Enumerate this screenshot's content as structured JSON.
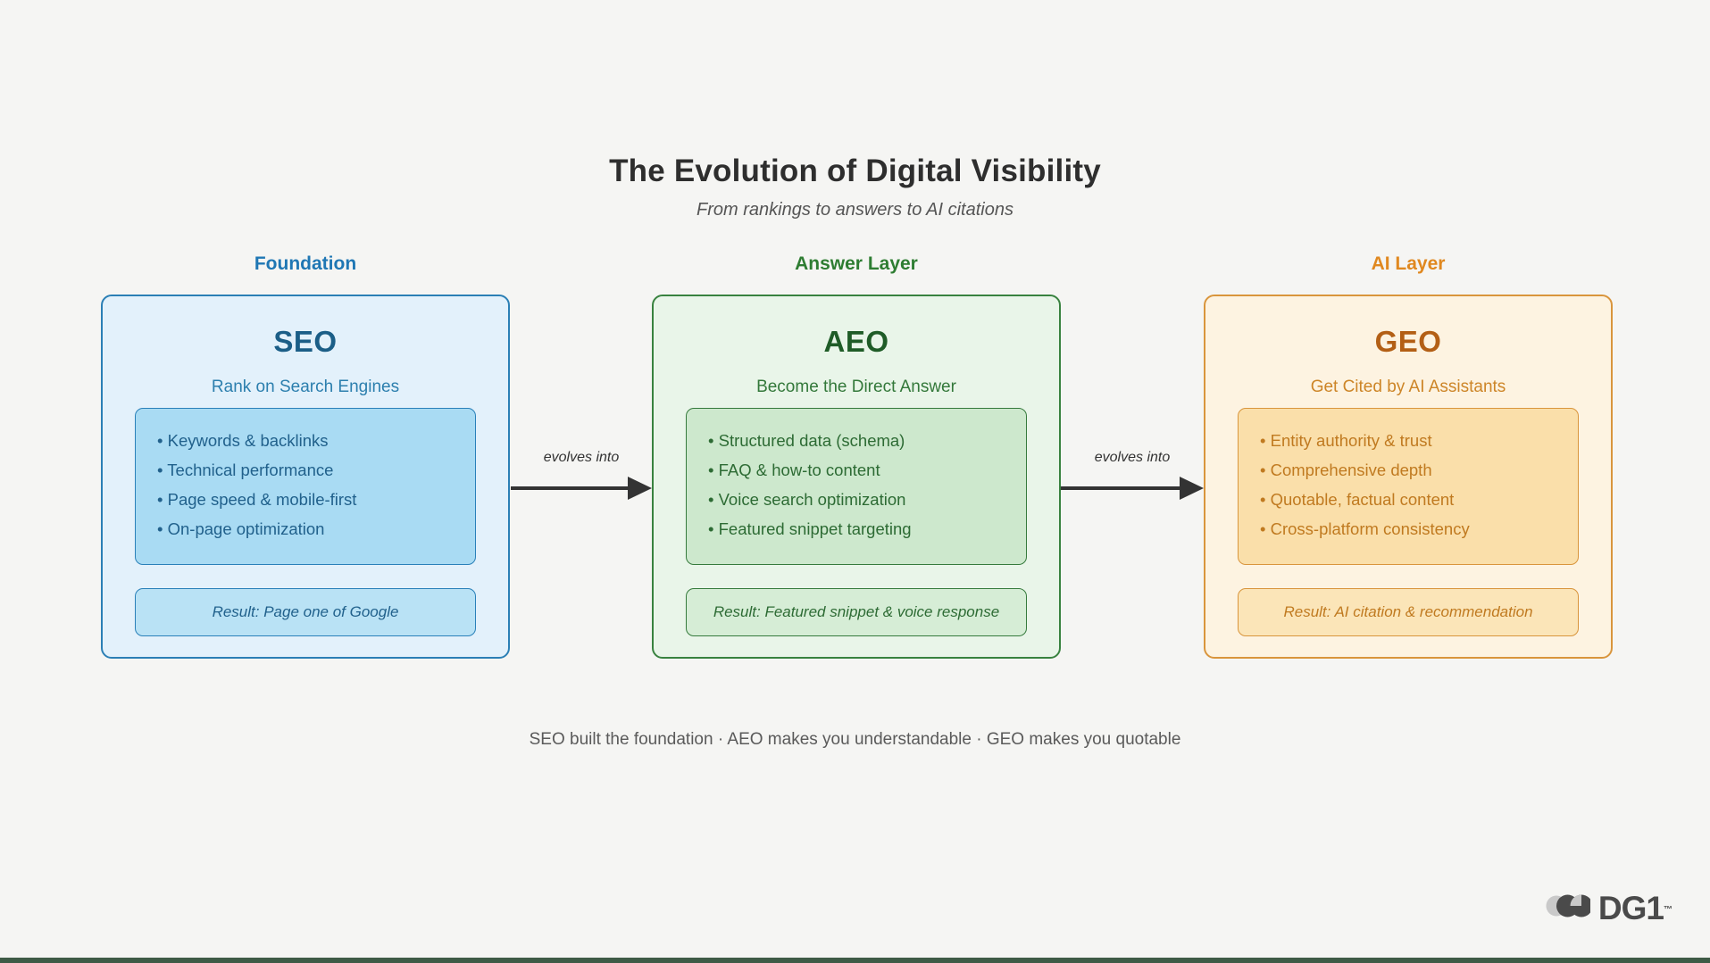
{
  "diagram": {
    "title": "The Evolution of Digital Visibility",
    "subtitle": "From rankings to answers to AI citations",
    "summary": "SEO built the foundation · AEO makes you understandable · GEO makes you quotable"
  },
  "columns": [
    {
      "layer_label": "Foundation",
      "acronym": "SEO",
      "tagline": "Rank on Search Engines",
      "features": [
        "• Keywords & backlinks",
        "• Technical performance",
        "• Page speed & mobile-first",
        "• On-page optimization"
      ],
      "result": "Result: Page one of Google",
      "colors": {
        "label": "#1f77b4",
        "border": "#2b7fb5",
        "card_bg": "#e3f1fb",
        "inner_border": "#2980b9",
        "inner_bg": "#a9dbf3",
        "result_bg": "#b9e2f5",
        "heading": "#1b5e87",
        "tagline": "#2c7fae",
        "text": "#21618c"
      }
    },
    {
      "layer_label": "Answer Layer",
      "acronym": "AEO",
      "tagline": "Become the Direct Answer",
      "features": [
        "• Structured data (schema)",
        "• FAQ & how-to content",
        "• Voice search optimization",
        "• Featured snippet targeting"
      ],
      "result": "Result: Featured snippet & voice response",
      "colors": {
        "label": "#2e7d32",
        "border": "#38823f",
        "card_bg": "#e9f5e9",
        "inner_border": "#357a3c",
        "inner_bg": "#cde8cd",
        "result_bg": "#d6edd6",
        "heading": "#1f5c27",
        "tagline": "#33783a",
        "text": "#2d6b34"
      }
    },
    {
      "layer_label": "AI Layer",
      "acronym": "GEO",
      "tagline": "Get Cited by AI Assistants",
      "features": [
        "• Entity authority & trust",
        "• Comprehensive depth",
        "• Quotable, factual content",
        "• Cross-platform consistency"
      ],
      "result": "Result: AI citation & recommendation",
      "colors": {
        "label": "#e0881f",
        "border": "#d9953c",
        "card_bg": "#fdf3e1",
        "inner_border": "#d9953c",
        "inner_bg": "#fadfaa",
        "result_bg": "#fbe5b8",
        "heading": "#b35f15",
        "tagline": "#cd8527",
        "text": "#c07a20"
      }
    }
  ],
  "arrows": [
    {
      "label": "evolves into"
    },
    {
      "label": "evolves into"
    }
  ],
  "branding": {
    "logo_text": "DG1",
    "trademark": "™"
  },
  "palette": {
    "background": "#f5f5f3",
    "arrow": "#333333",
    "bottom_bar": "#3e5a46",
    "title_text": "#2e2e2e",
    "summary_text": "#5a5a5a"
  }
}
